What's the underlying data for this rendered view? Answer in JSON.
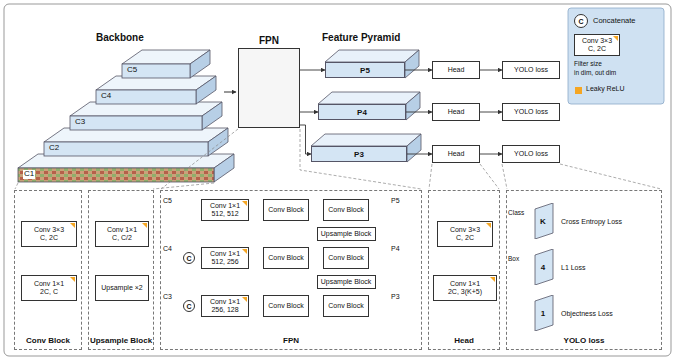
{
  "diagram": {
    "nodes": [
      {
        "text": [
          "FPN"
        ]
      },
      {
        "text": [
          "P5"
        ]
      },
      {
        "text": [
          "P4"
        ]
      },
      {
        "text": [
          "P3"
        ]
      },
      {
        "text": [
          "Head"
        ]
      },
      {
        "text": [
          "Head"
        ]
      },
      {
        "text": [
          "Head"
        ]
      },
      {
        "text": [
          "YOLO loss"
        ]
      },
      {
        "text": [
          "YOLO loss"
        ]
      },
      {
        "text": [
          "YOLO loss"
        ]
      },
      {
        "text": [
          "C",
          "Concatenate"
        ]
      },
      {
        "text": [
          "Conv 3×3",
          "C, 2C"
        ]
      },
      {
        "text": [
          "Conv Block"
        ]
      },
      {
        "text": [
          "Conv 3×3",
          "C, 2C"
        ],
        "in": 12
      },
      {
        "text": [
          "Conv 1×1",
          "2C, C"
        ],
        "in": 12
      },
      {
        "text": [
          "Upsample Block"
        ]
      },
      {
        "text": [
          "Conv 1×1",
          "C, C/2"
        ],
        "in": 15
      },
      {
        "text": [
          "Upsample ×2"
        ],
        "in": 15
      },
      {
        "text": [
          "FPN"
        ]
      },
      {
        "text": [
          "Conv 1×1",
          "512, 512"
        ],
        "in": 18
      },
      {
        "text": [
          "Conv Block"
        ],
        "in": 18
      },
      {
        "text": [
          "Conv Block"
        ],
        "in": 18
      },
      {
        "text": [
          "Upsample Block"
        ],
        "in": 18
      },
      {
        "text": [
          "C"
        ],
        "in": 18
      },
      {
        "text": [
          "Conv 1×1",
          "512, 256"
        ],
        "in": 18
      },
      {
        "text": [
          "Conv Block"
        ],
        "in": 18
      },
      {
        "text": [
          "Conv Block"
        ],
        "in": 18
      },
      {
        "text": [
          "Upsample Block"
        ],
        "in": 18
      },
      {
        "text": [
          "C"
        ],
        "in": 18
      },
      {
        "text": [
          "Conv 1×1",
          "256, 128"
        ],
        "in": 18
      },
      {
        "text": [
          "Conv Block"
        ],
        "in": 18
      },
      {
        "text": [
          "Conv Block"
        ],
        "in": 18
      },
      {
        "text": [
          "Head"
        ]
      },
      {
        "text": [
          "Conv 3×3",
          "C, 2C"
        ],
        "in": 32
      },
      {
        "text": [
          "Conv 1×1",
          "2C, 3(K+5)"
        ],
        "in": 32
      },
      {
        "text": [
          "YOLO loss"
        ]
      },
      {
        "text": [
          "K",
          "Cross Entropy Loss"
        ],
        "in": 35
      },
      {
        "text": [
          "4",
          "L1 Loss"
        ],
        "in": 35
      },
      {
        "text": [
          "1",
          "Objectness Loss"
        ],
        "in": 35
      }
    ],
    "edges": [
      {
        "from": 0,
        "to": 1,
        "arrow": "to"
      },
      {
        "from": 0,
        "to": 2,
        "arrow": "to"
      },
      {
        "from": 0,
        "to": 3,
        "arrow": "to"
      },
      {
        "from": 1,
        "to": 4,
        "arrow": "to"
      },
      {
        "from": 2,
        "to": 5,
        "arrow": "to"
      },
      {
        "from": 3,
        "to": 6,
        "arrow": "to"
      },
      {
        "from": 4,
        "to": 7,
        "arrow": "to"
      },
      {
        "from": 5,
        "to": 8,
        "arrow": "to"
      },
      {
        "from": 6,
        "to": 9,
        "arrow": "to"
      },
      {
        "from": 13,
        "to": 14,
        "arrow": "to"
      },
      {
        "from": 16,
        "to": 17,
        "arrow": "to"
      },
      {
        "from": 19,
        "to": 20,
        "arrow": "to"
      },
      {
        "from": 20,
        "to": 21,
        "arrow": "to"
      },
      {
        "from": 21,
        "to": 22,
        "arrow": "to"
      },
      {
        "from": 22,
        "to": 23,
        "arrow": "to"
      },
      {
        "from": 23,
        "to": 24,
        "arrow": "to"
      },
      {
        "from": 24,
        "to": 25,
        "arrow": "to"
      },
      {
        "from": 25,
        "to": 26,
        "arrow": "to"
      },
      {
        "from": 26,
        "to": 27,
        "arrow": "to"
      },
      {
        "from": 27,
        "to": 28,
        "arrow": "to"
      },
      {
        "from": 28,
        "to": 29,
        "arrow": "to"
      },
      {
        "from": 29,
        "to": 30,
        "arrow": "to"
      },
      {
        "from": 30,
        "to": 31,
        "arrow": "to"
      },
      {
        "from": 33,
        "to": 34,
        "arrow": "to"
      }
    ],
    "labels": [
      "Backbone",
      "C1",
      "C2",
      "C3",
      "C4",
      "C5",
      "Feature Pyramid",
      "Filter size",
      "in dim, out dim",
      "C5",
      "C4",
      "C3",
      "P5",
      "P4",
      "P3",
      "Class",
      "Box"
    ],
    "legend": [
      {
        "text": "Leaky ReLU",
        "color": "#f5a623"
      }
    ]
  }
}
